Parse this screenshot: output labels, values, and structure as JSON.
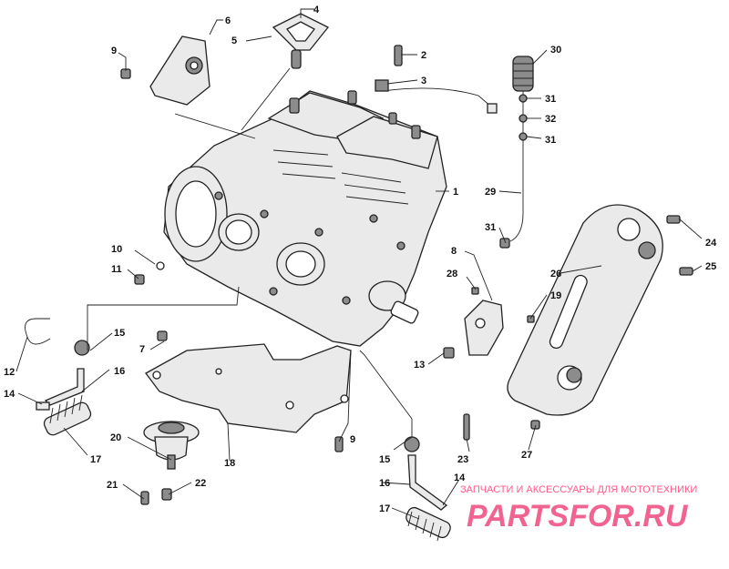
{
  "diagram": {
    "callouts": [
      {
        "id": "c1",
        "label": "1"
      },
      {
        "id": "c2",
        "label": "2"
      },
      {
        "id": "c3",
        "label": "3"
      },
      {
        "id": "c4",
        "label": "4"
      },
      {
        "id": "c5",
        "label": "5"
      },
      {
        "id": "c6",
        "label": "6"
      },
      {
        "id": "c7",
        "label": "7"
      },
      {
        "id": "c8",
        "label": "8"
      },
      {
        "id": "c9a",
        "label": "9"
      },
      {
        "id": "c9b",
        "label": "9"
      },
      {
        "id": "c10",
        "label": "10"
      },
      {
        "id": "c11",
        "label": "11"
      },
      {
        "id": "c12",
        "label": "12"
      },
      {
        "id": "c13",
        "label": "13"
      },
      {
        "id": "c14a",
        "label": "14"
      },
      {
        "id": "c14b",
        "label": "14"
      },
      {
        "id": "c15a",
        "label": "15"
      },
      {
        "id": "c15b",
        "label": "15"
      },
      {
        "id": "c16a",
        "label": "16"
      },
      {
        "id": "c16b",
        "label": "16"
      },
      {
        "id": "c17a",
        "label": "17"
      },
      {
        "id": "c17b",
        "label": "17"
      },
      {
        "id": "c18",
        "label": "18"
      },
      {
        "id": "c19",
        "label": "19"
      },
      {
        "id": "c20",
        "label": "20"
      },
      {
        "id": "c21",
        "label": "21"
      },
      {
        "id": "c22",
        "label": "22"
      },
      {
        "id": "c23",
        "label": "23"
      },
      {
        "id": "c24",
        "label": "24"
      },
      {
        "id": "c25",
        "label": "25"
      },
      {
        "id": "c26",
        "label": "26"
      },
      {
        "id": "c27",
        "label": "27"
      },
      {
        "id": "c28",
        "label": "28"
      },
      {
        "id": "c29",
        "label": "29"
      },
      {
        "id": "c30",
        "label": "30"
      },
      {
        "id": "c31a",
        "label": "31"
      },
      {
        "id": "c31b",
        "label": "31"
      },
      {
        "id": "c31c",
        "label": "31"
      },
      {
        "id": "c32",
        "label": "32"
      }
    ]
  },
  "watermark": {
    "tagline": "ЗАПЧАСТИ И АКСЕССУАРЫ ДЛЯ МОТОТЕХНИКИ",
    "logo": "PARTSFOR.RU"
  },
  "colors": {
    "line": "#222222",
    "watermark": "#f04a7d"
  }
}
